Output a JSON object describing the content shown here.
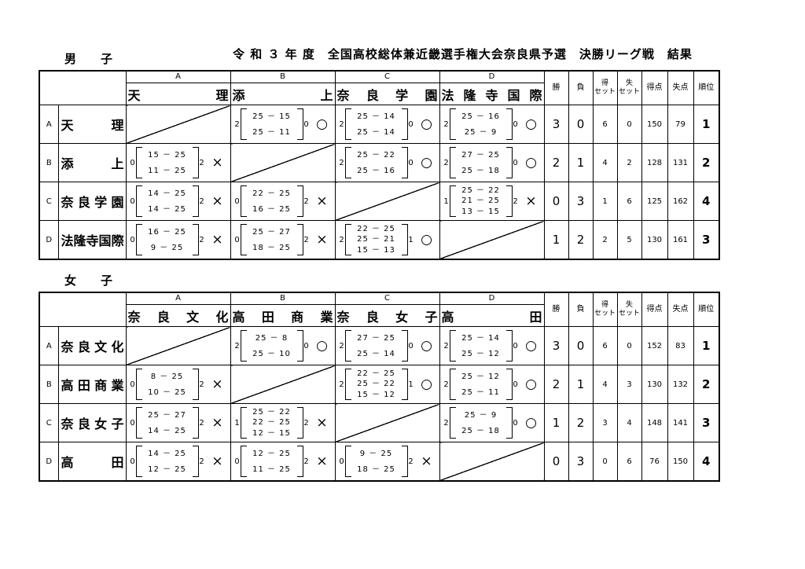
{
  "title": "令 和 ３ 年 度　全国高校総体兼近畿選手権大会奈良県予選　決勝リーグ戦　結果",
  "header_labels": {
    "win": "勝",
    "loss": "負",
    "sets_won": [
      "得",
      "セット"
    ],
    "sets_lost": [
      "失",
      "セット"
    ],
    "points_for": "得点",
    "points_against": "失点",
    "rank": "順位"
  },
  "sections": [
    {
      "label": "男　子",
      "letters": [
        "A",
        "B",
        "C",
        "D"
      ],
      "teams": [
        "天理",
        "添上",
        "奈良学園",
        "法隆寺国際"
      ],
      "rows": [
        {
          "letter": "A",
          "name": "天理",
          "cells": [
            null,
            {
              "won": "2",
              "scores": [
                "25 － 15",
                "25 － 11"
              ],
              "lost": "0",
              "result": "○"
            },
            {
              "won": "2",
              "scores": [
                "25 － 14",
                "25 － 14"
              ],
              "lost": "0",
              "result": "○"
            },
            {
              "won": "2",
              "scores": [
                "25 － 16",
                "25 － 9"
              ],
              "lost": "0",
              "result": "○"
            }
          ],
          "w": "3",
          "l": "0",
          "sw": "6",
          "sl": "0",
          "pf": "150",
          "pa": "79",
          "rank": "1"
        },
        {
          "letter": "B",
          "name": "添上",
          "cells": [
            {
              "won": "0",
              "scores": [
                "15 － 25",
                "11 － 25"
              ],
              "lost": "2",
              "result": "×"
            },
            null,
            {
              "won": "2",
              "scores": [
                "25 － 22",
                "25 － 16"
              ],
              "lost": "0",
              "result": "○"
            },
            {
              "won": "2",
              "scores": [
                "27 － 25",
                "25 － 18"
              ],
              "lost": "0",
              "result": "○"
            }
          ],
          "w": "2",
          "l": "1",
          "sw": "4",
          "sl": "2",
          "pf": "128",
          "pa": "131",
          "rank": "2"
        },
        {
          "letter": "C",
          "name": "奈良学園",
          "cells": [
            {
              "won": "0",
              "scores": [
                "14 － 25",
                "14 － 25"
              ],
              "lost": "2",
              "result": "×"
            },
            {
              "won": "0",
              "scores": [
                "22 － 25",
                "16 － 25"
              ],
              "lost": "2",
              "result": "×"
            },
            null,
            {
              "won": "1",
              "scores": [
                "25 － 22",
                "21 － 25",
                "13 － 15"
              ],
              "lost": "2",
              "result": "×"
            }
          ],
          "w": "0",
          "l": "3",
          "sw": "1",
          "sl": "6",
          "pf": "125",
          "pa": "162",
          "rank": "4"
        },
        {
          "letter": "D",
          "name": "法隆寺国際",
          "cells": [
            {
              "won": "0",
              "scores": [
                "16 － 25",
                "9 － 25"
              ],
              "lost": "2",
              "result": "×"
            },
            {
              "won": "0",
              "scores": [
                "25 － 27",
                "18 － 25"
              ],
              "lost": "2",
              "result": "×"
            },
            {
              "won": "2",
              "scores": [
                "22 － 25",
                "25 － 21",
                "15 － 13"
              ],
              "lost": "1",
              "result": "○"
            },
            null
          ],
          "w": "1",
          "l": "2",
          "sw": "2",
          "sl": "5",
          "pf": "130",
          "pa": "161",
          "rank": "3"
        }
      ]
    },
    {
      "label": "女　子",
      "letters": [
        "A",
        "B",
        "C",
        "D"
      ],
      "teams": [
        "奈良文化",
        "高田商業",
        "奈良女子",
        "高田"
      ],
      "rows": [
        {
          "letter": "A",
          "name": "奈良文化",
          "cells": [
            null,
            {
              "won": "2",
              "scores": [
                "25 － 8",
                "25 － 10"
              ],
              "lost": "0",
              "result": "○"
            },
            {
              "won": "2",
              "scores": [
                "27 － 25",
                "25 － 14"
              ],
              "lost": "0",
              "result": "○"
            },
            {
              "won": "2",
              "scores": [
                "25 － 14",
                "25 － 12"
              ],
              "lost": "0",
              "result": "○"
            }
          ],
          "w": "3",
          "l": "0",
          "sw": "6",
          "sl": "0",
          "pf": "152",
          "pa": "83",
          "rank": "1"
        },
        {
          "letter": "B",
          "name": "高田商業",
          "cells": [
            {
              "won": "0",
              "scores": [
                "8 － 25",
                "10 － 25"
              ],
              "lost": "2",
              "result": "×"
            },
            null,
            {
              "won": "2",
              "scores": [
                "22 － 25",
                "25 － 22",
                "15 － 12"
              ],
              "lost": "1",
              "result": "○"
            },
            {
              "won": "2",
              "scores": [
                "25 － 12",
                "25 － 11"
              ],
              "lost": "0",
              "result": "○"
            }
          ],
          "w": "2",
          "l": "1",
          "sw": "4",
          "sl": "3",
          "pf": "130",
          "pa": "132",
          "rank": "2"
        },
        {
          "letter": "C",
          "name": "奈良女子",
          "cells": [
            {
              "won": "0",
              "scores": [
                "25 － 27",
                "14 － 25"
              ],
              "lost": "2",
              "result": "×"
            },
            {
              "won": "1",
              "scores": [
                "25 － 22",
                "22 － 25",
                "12 － 15"
              ],
              "lost": "2",
              "result": "×"
            },
            null,
            {
              "won": "2",
              "scores": [
                "25 － 9",
                "25 － 18"
              ],
              "lost": "0",
              "result": "○"
            }
          ],
          "w": "1",
          "l": "2",
          "sw": "3",
          "sl": "4",
          "pf": "148",
          "pa": "141",
          "rank": "3"
        },
        {
          "letter": "D",
          "name": "高田",
          "cells": [
            {
              "won": "0",
              "scores": [
                "14 － 25",
                "12 － 25"
              ],
              "lost": "2",
              "result": "×"
            },
            {
              "won": "0",
              "scores": [
                "12 － 25",
                "11 － 25"
              ],
              "lost": "2",
              "result": "×"
            },
            {
              "won": "0",
              "scores": [
                "9 － 25",
                "18 － 25"
              ],
              "lost": "2",
              "result": "×"
            },
            null
          ],
          "w": "0",
          "l": "3",
          "sw": "0",
          "sl": "6",
          "pf": "76",
          "pa": "150",
          "rank": "4"
        }
      ]
    }
  ]
}
